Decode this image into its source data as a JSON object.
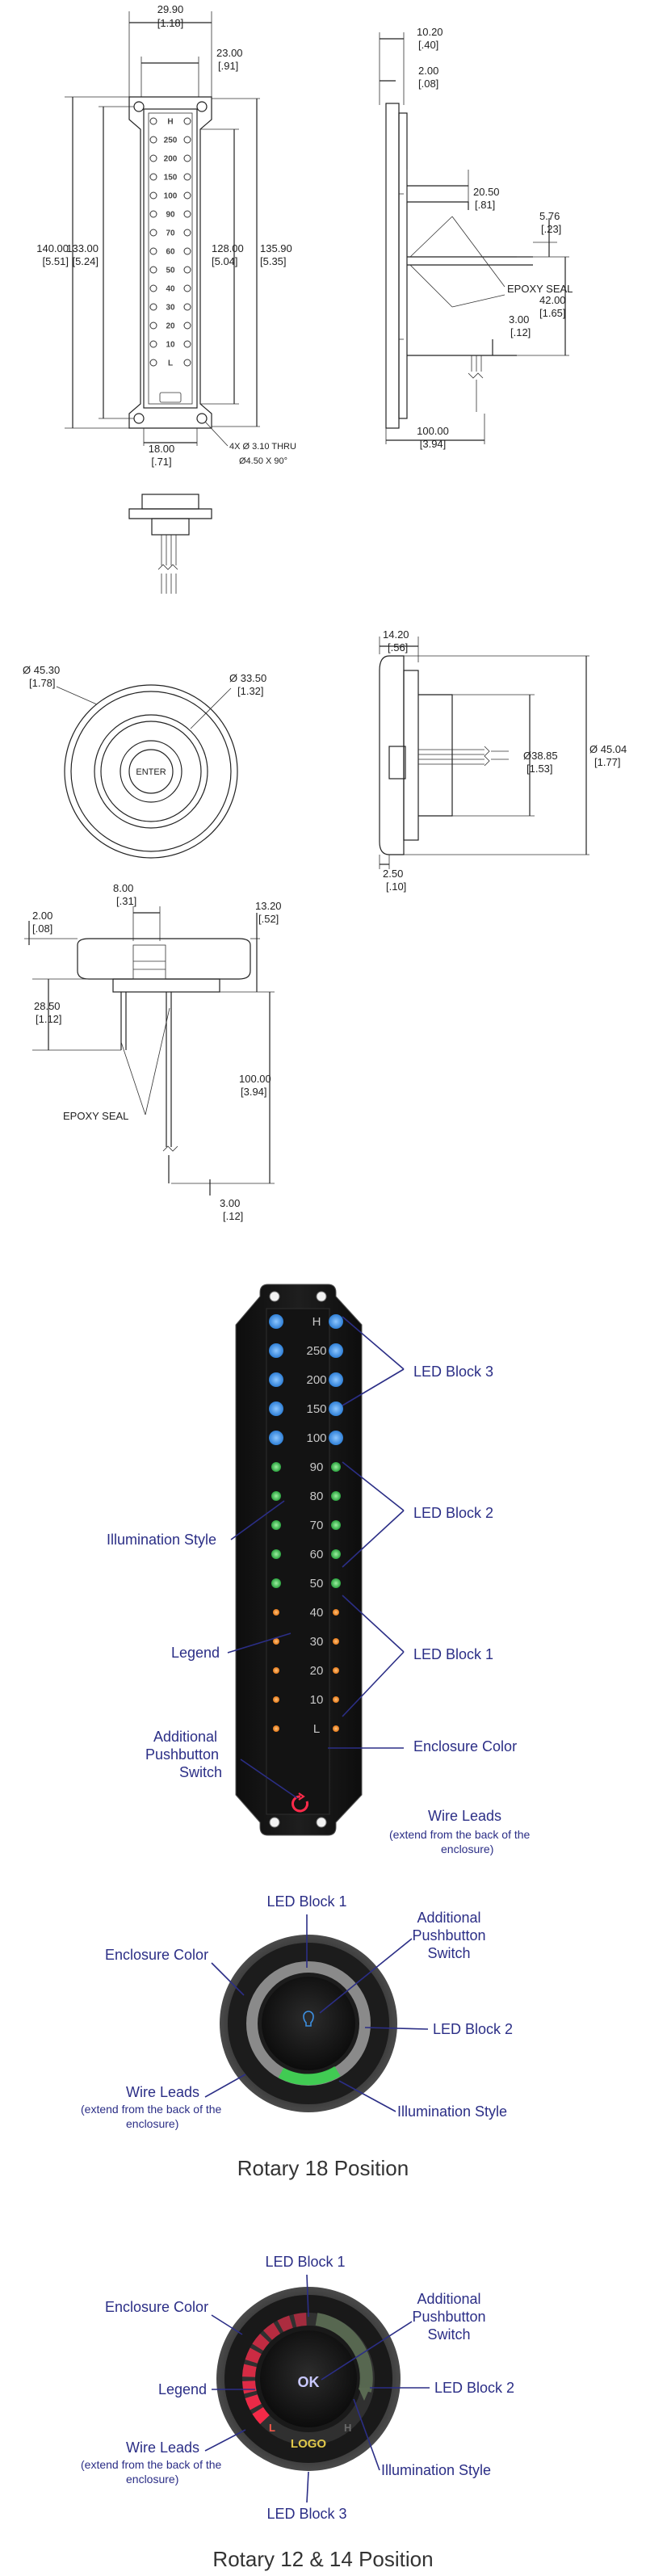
{
  "front_view": {
    "dims": [
      {
        "v": "29.90",
        "u": "[1.18]"
      },
      {
        "v": "23.00",
        "u": "[.91]"
      },
      {
        "v": "140.00",
        "u": "[5.51]"
      },
      {
        "v": "133.00",
        "u": "[5.24]"
      },
      {
        "v": "128.00",
        "u": "[5.04]"
      },
      {
        "v": "135.90",
        "u": "[5.35]"
      },
      {
        "v": "18.00",
        "u": "[.71]"
      }
    ],
    "hole_note_1": "4X Ø 3.10 THRU",
    "hole_note_2": "Ø4.50 X 90°",
    "legend_items": [
      "H",
      "250",
      "200",
      "150",
      "100",
      "90",
      "70",
      "60",
      "50",
      "40",
      "30",
      "20",
      "10",
      "L"
    ]
  },
  "side_view": {
    "dims": [
      {
        "v": "10.20",
        "u": "[.40]"
      },
      {
        "v": "2.00",
        "u": "[.08]"
      },
      {
        "v": "20.50",
        "u": "[.81]"
      },
      {
        "v": "5.76",
        "u": "[.23]"
      },
      {
        "v": "42.00",
        "u": "[1.65]"
      },
      {
        "v": "3.00",
        "u": "[.12]"
      },
      {
        "v": "100.00",
        "u": "[3.94]"
      }
    ],
    "epoxy": "EPOXY SEAL"
  },
  "round_front": {
    "dims": [
      {
        "v": "Ø 45.30",
        "u": "[1.78]"
      },
      {
        "v": "Ø 33.50",
        "u": "[1.32]"
      }
    ],
    "button": "ENTER"
  },
  "round_side": {
    "dims": [
      {
        "v": "14.20",
        "u": "[.56]"
      },
      {
        "v": "Ø38.85",
        "u": "[1.53]"
      },
      {
        "v": "Ø 45.04",
        "u": "[1.77]"
      },
      {
        "v": "2.50",
        "u": "[.10]"
      }
    ]
  },
  "round_section": {
    "dims": [
      {
        "v": "8.00",
        "u": "[.31]"
      },
      {
        "v": "13.20",
        "u": "[.52]"
      },
      {
        "v": "2.00",
        "u": "[.08]"
      },
      {
        "v": "28.50",
        "u": "[1.12]"
      },
      {
        "v": "100.00",
        "u": "[3.94]"
      },
      {
        "v": "3.00",
        "u": "[.12]"
      }
    ],
    "epoxy": "EPOXY SEAL"
  },
  "linear_unit": {
    "legend_items": [
      "H",
      "250",
      "200",
      "150",
      "100",
      "90",
      "80",
      "70",
      "60",
      "50",
      "40",
      "30",
      "20",
      "10",
      "L"
    ],
    "callouts": {
      "led3": "LED Block 3",
      "led2": "LED Block 2",
      "illum": "Illumination Style",
      "legend": "Legend",
      "led1": "LED Block 1",
      "addl_1": "Additional",
      "addl_2": "Pushbutton",
      "addl_3": "Switch",
      "enclosure": "Enclosure Color",
      "wire": "Wire Leads",
      "wire_sub_1": "(extend from the back of the",
      "wire_sub_2": "enclosure)"
    }
  },
  "rotary18": {
    "callouts": {
      "led1": "LED Block 1",
      "addl_1": "Additional",
      "addl_2": "Pushbutton",
      "addl_3": "Switch",
      "enclosure": "Enclosure Color",
      "led2": "LED Block 2",
      "wire": "Wire Leads",
      "wire_sub_1": "(extend from the back of the",
      "wire_sub_2": "enclosure)",
      "illum": "Illumination Style"
    },
    "caption": "Rotary 18 Position"
  },
  "rotary12": {
    "callouts": {
      "led1": "LED Block 1",
      "enclosure": "Enclosure Color",
      "addl_1": "Additional",
      "addl_2": "Pushbutton",
      "addl_3": "Switch",
      "legend": "Legend",
      "led2": "LED Block 2",
      "wire": "Wire Leads",
      "wire_sub_1": "(extend from the back of the",
      "wire_sub_2": "enclosure)",
      "illum": "Illumination Style",
      "led3": "LED Block 3"
    },
    "center_text": "OK",
    "logo": "LOGO",
    "low": "L",
    "high": "H",
    "caption": "Rotary 12 & 14 Position"
  },
  "colors": {
    "blue_led": "#3d8fe0",
    "green_led": "#36b84a",
    "orange_led": "#f08a24",
    "red_led": "#ff2a4a",
    "callout": "#2b2e86",
    "enclosure": "#1a1a1a"
  }
}
